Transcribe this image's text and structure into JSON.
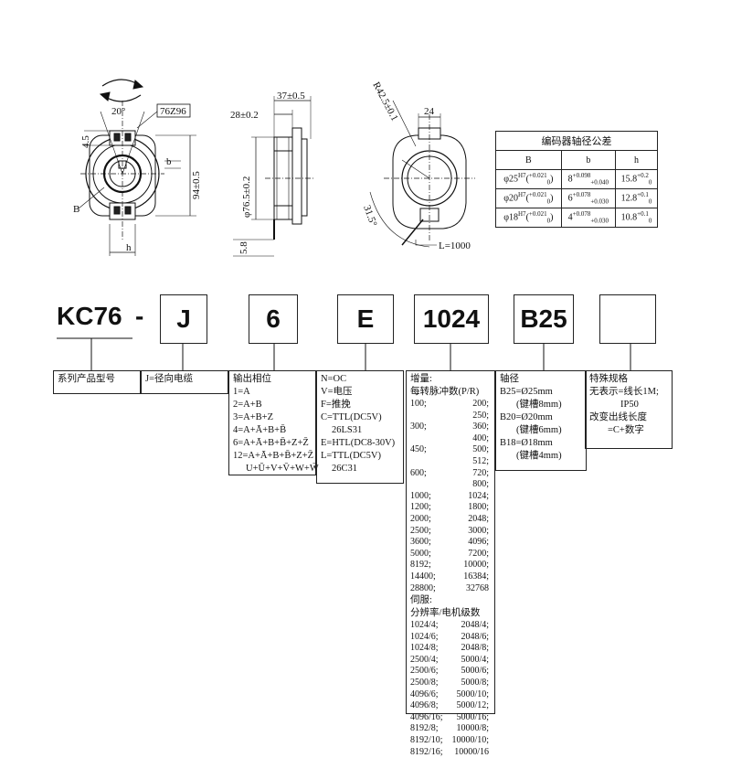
{
  "drawing": {
    "front_labels": {
      "angle": "20°",
      "model_tag": "76Z96",
      "dim_45": "4.5",
      "dim_94": "94±0.5",
      "dim_b": "b",
      "dim_h": "h",
      "dim_B": "B"
    },
    "side_labels": {
      "dim_28": "28±0.2",
      "dim_37": "37±0.5",
      "dim_765": "φ76.5±0.2",
      "dim_58": "5.8"
    },
    "rear_labels": {
      "dim_R": "R42.5±0.1",
      "dim_24": "24",
      "dim_angle": "31.5°",
      "dim_L": "L=1000"
    }
  },
  "tolerance_table": {
    "title": "编码器轴径公差",
    "headers": [
      "B",
      "b",
      "h"
    ],
    "rows": [
      {
        "B": "φ25",
        "B_fit": "H7",
        "B_up": "+0.021",
        "B_lo": "0",
        "b": "8",
        "b_up": "+0.098",
        "b_lo": "+0.040",
        "h": "15.8",
        "h_up": "+0.2",
        "h_lo": "0"
      },
      {
        "B": "φ20",
        "B_fit": "H7",
        "B_up": "+0.021",
        "B_lo": "0",
        "b": "6",
        "b_up": "+0.078",
        "b_lo": "+0.030",
        "h": "12.8",
        "h_up": "+0.1",
        "h_lo": "0"
      },
      {
        "B": "φ18",
        "B_fit": "H7",
        "B_up": "+0.021",
        "B_lo": "0",
        "b": "4",
        "b_up": "+0.078",
        "b_lo": "+0.030",
        "h": "10.8",
        "h_up": "+0.1",
        "h_lo": "0"
      }
    ]
  },
  "model_code": {
    "prefix": "KC76",
    "dash": "-",
    "boxes": [
      "J",
      "6",
      "E",
      "1024",
      "B25",
      ""
    ]
  },
  "descriptions": {
    "series": "系列产品型号",
    "cable": "J=径向电缆",
    "phase": {
      "title": "输出相位",
      "lines": [
        "1=A",
        "2=A+B",
        "3=A+B+Z",
        "4=A+Ā+B+B̄",
        "6=A+Ā+B+B̄+Z+Z̄",
        "12=A+Ā+B+B̄+Z+Z̄",
        "U+Ū+V+V̄+W+W̄"
      ]
    },
    "output": {
      "lines": [
        "N=OC",
        "V=电压",
        "F=推挽",
        "C=TTL(DC5V)",
        "26LS31",
        "E=HTL(DC8-30V)",
        "L=TTL(DC5V)",
        "26C31"
      ]
    },
    "pulses": {
      "title1": "增量:",
      "title2": "每转脉冲数(P/R)",
      "values": [
        "100;",
        "200;",
        "250;",
        "300;",
        "360;",
        "400;",
        "450;",
        "500;",
        "512;",
        "600;",
        "720;",
        "800;",
        "1000;",
        "1024;",
        "1200;",
        "1800;",
        "2000;",
        "2048;",
        "2500;",
        "3000;",
        "3600;",
        "4096;",
        "5000;",
        "7200;",
        "8192;",
        "10000;",
        "14400;",
        "16384;",
        "28800;",
        "32768"
      ],
      "servo_title1": "伺服:",
      "servo_title2": "分辨率/电机级数",
      "servo": [
        "1024/4;",
        "2048/4;",
        "1024/6;",
        "2048/6;",
        "1024/8;",
        "2048/8;",
        "2500/4;",
        "5000/4;",
        "2500/6;",
        "5000/6;",
        "2500/8;",
        "5000/8;",
        "4096/6;",
        "5000/10;",
        "4096/8;",
        "5000/12;",
        "4096/16;",
        "5000/16;",
        "8192/8;",
        "10000/8;",
        "8192/10;",
        "10000/10;",
        "8192/16;",
        "10000/16"
      ]
    },
    "shaft": {
      "title": "轴径",
      "lines": [
        "B25=Ø25mm",
        "(键槽8mm)",
        "B20=Ø20mm",
        "(键槽6mm)",
        "B18=Ø18mm",
        "(键槽4mm)"
      ]
    },
    "special": {
      "title": "特殊规格",
      "lines": [
        "无表示=线长1M;",
        "IP50",
        "改变出线长度",
        "=C+数字"
      ]
    }
  }
}
